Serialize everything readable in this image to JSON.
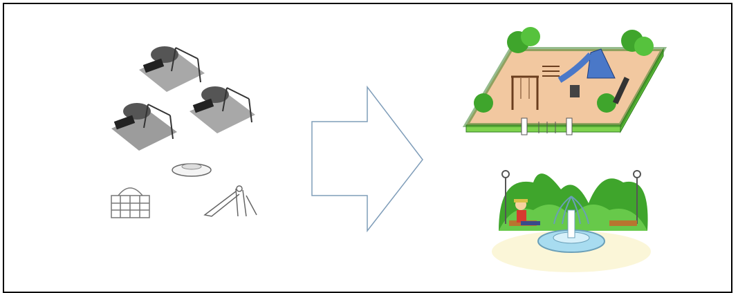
{
  "diagram": {
    "panels": [
      {
        "id": "left",
        "content": "scattered-playground-equipment"
      },
      {
        "id": "right",
        "content": "organized-parks"
      }
    ],
    "arrow": {
      "direction": "right",
      "fill": "#ffffff",
      "stroke": "#7f9db9"
    }
  },
  "colors": {
    "grass": "#7fd34e",
    "tree": "#3fa52c",
    "ground": "#f2c8a0",
    "slide": "#4a78c8",
    "water": "#a8dcf0",
    "gray_tile": "#9c9c9c"
  }
}
